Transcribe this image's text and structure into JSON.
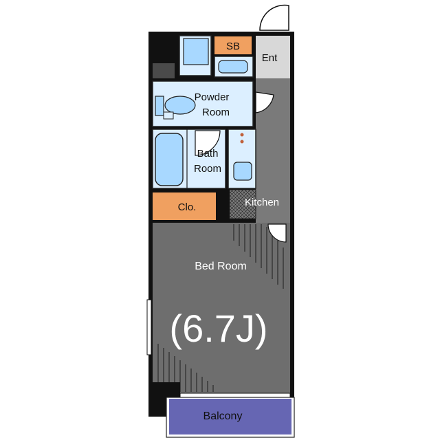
{
  "floorplan": {
    "rooms": {
      "sb": "SB",
      "entrance": "Ent",
      "powder_room": [
        "Powder",
        "Room"
      ],
      "bath_room": [
        "Bath",
        "Room"
      ],
      "closet": "Clo.",
      "kitchen": "Kitchen",
      "bedroom": "Bed Room",
      "bedroom_size": "(6.7J)",
      "balcony": "Balcony"
    },
    "colors": {
      "wall": "#111111",
      "bedroom_floor": "#6e6e6e",
      "corridor_floor": "#7a7a7a",
      "wet_area": "#dcefff",
      "fixture_blue": "#a8d8ff",
      "closet": "#f0a060",
      "balcony": "#6666b3",
      "entrance": "#d8d8d8"
    }
  }
}
